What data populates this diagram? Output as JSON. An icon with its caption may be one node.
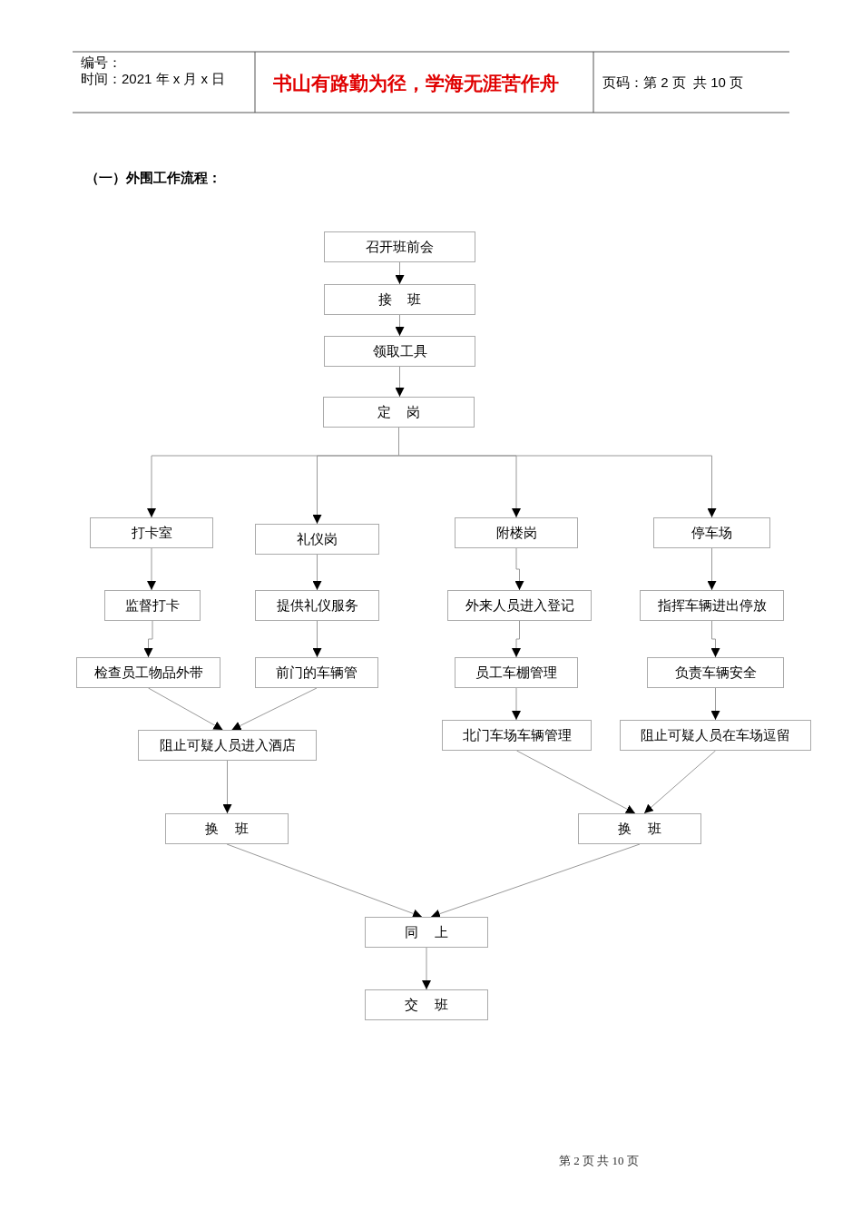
{
  "diagram": {
    "title": "（一）外围工作流程：",
    "nodes": [
      {
        "text": [
          "召开班前会"
        ]
      },
      {
        "text": [
          "接 班"
        ]
      },
      {
        "text": [
          "领取工具"
        ]
      },
      {
        "text": [
          "定 岗"
        ]
      },
      {
        "text": [
          "打卡室"
        ]
      },
      {
        "text": [
          "礼仪岗"
        ]
      },
      {
        "text": [
          "附楼岗"
        ]
      },
      {
        "text": [
          "停车场"
        ]
      },
      {
        "text": [
          "监督打卡"
        ]
      },
      {
        "text": [
          "提供礼仪服务"
        ]
      },
      {
        "text": [
          "外来人员进入登记"
        ]
      },
      {
        "text": [
          "指挥车辆进出停放"
        ]
      },
      {
        "text": [
          "检查员工物品外带"
        ]
      },
      {
        "text": [
          "前门的车辆管"
        ]
      },
      {
        "text": [
          "员工车棚管理"
        ]
      },
      {
        "text": [
          "负责车辆安全"
        ]
      },
      {
        "text": [
          "阻止可疑人员进入酒店"
        ]
      },
      {
        "text": [
          "北门车场车辆管理"
        ]
      },
      {
        "text": [
          "阻止可疑人员在车场逗留"
        ]
      },
      {
        "text": [
          "换 班"
        ]
      },
      {
        "text": [
          "换 班"
        ]
      },
      {
        "text": [
          "同 上"
        ]
      },
      {
        "text": [
          "交 班"
        ]
      }
    ],
    "edges": [
      {
        "from": 0,
        "to": 1,
        "arrow": "to"
      },
      {
        "from": 1,
        "to": 2,
        "arrow": "to"
      },
      {
        "from": 2,
        "to": 3,
        "arrow": "to"
      },
      {
        "from": 3,
        "to": 4,
        "arrow": "to"
      },
      {
        "from": 3,
        "to": 5,
        "arrow": "to"
      },
      {
        "from": 3,
        "to": 6,
        "arrow": "to"
      },
      {
        "from": 3,
        "to": 7,
        "arrow": "to"
      },
      {
        "from": 4,
        "to": 8,
        "arrow": "to"
      },
      {
        "from": 8,
        "to": 12,
        "arrow": "to"
      },
      {
        "from": 5,
        "to": 9,
        "arrow": "to"
      },
      {
        "from": 9,
        "to": 13,
        "arrow": "to"
      },
      {
        "from": 6,
        "to": 10,
        "arrow": "to"
      },
      {
        "from": 10,
        "to": 14,
        "arrow": "to"
      },
      {
        "from": 14,
        "to": 17,
        "arrow": "to"
      },
      {
        "from": 7,
        "to": 11,
        "arrow": "to"
      },
      {
        "from": 11,
        "to": 15,
        "arrow": "to"
      },
      {
        "from": 15,
        "to": 18,
        "arrow": "to"
      },
      {
        "from": 12,
        "to": 16,
        "arrow": "to"
      },
      {
        "from": 13,
        "to": 16,
        "arrow": "to"
      },
      {
        "from": 16,
        "to": 19,
        "arrow": "to"
      },
      {
        "from": 17,
        "to": 20,
        "arrow": "to"
      },
      {
        "from": 18,
        "to": 20,
        "arrow": "to"
      },
      {
        "from": 19,
        "to": 21,
        "arrow": "to"
      },
      {
        "from": 20,
        "to": 21,
        "arrow": "to"
      },
      {
        "from": 21,
        "to": 22,
        "arrow": "to"
      }
    ],
    "labels": [
      "编号：",
      "时间：2021 年 x 月 x 日",
      "书山有路勤为径，学海无涯苦作舟",
      "页码：第 2 页  共 10 页",
      "第 2 页 共 10 页"
    ]
  }
}
